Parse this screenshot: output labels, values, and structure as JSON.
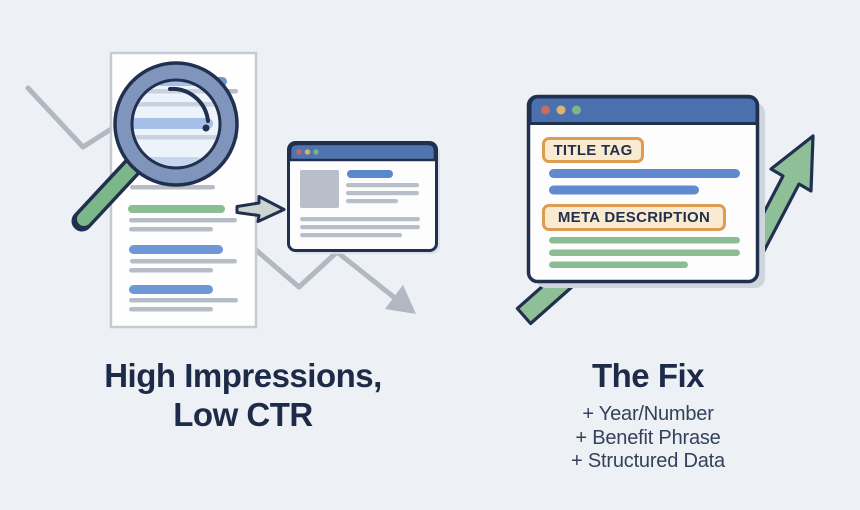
{
  "left_panel": {
    "heading_line1": "High Impressions,",
    "heading_line2": "Low CTR"
  },
  "right_panel": {
    "heading": "The Fix",
    "fix_items": [
      "+ Year/Number",
      "+ Benefit Phrase",
      "+ Structured Data"
    ],
    "browser_labels": {
      "title_tag": "TITLE TAG",
      "meta_description": "META DESCRIPTION"
    }
  },
  "colors": {
    "background": "#edf0f4",
    "navy_outline": "#22304f",
    "heading_text": "#1d2b49",
    "list_text": "#33425b",
    "browser_bar_blue": "#4a70ae",
    "accent_blue": "#6089ce",
    "light_blue": "#aec7e9",
    "accent_green": "#8bbd92",
    "handle_green": "#7cb78a",
    "label_border_orange": "#dc9c52",
    "label_fill_cream": "#f9ead0",
    "muted_gray": "#b7bdc6",
    "trend_arrow_gray": "#b2b8c2",
    "window_dot_red": "#ce6a5b",
    "window_dot_yellow": "#ddb274",
    "window_dot_green": "#7bb588"
  }
}
